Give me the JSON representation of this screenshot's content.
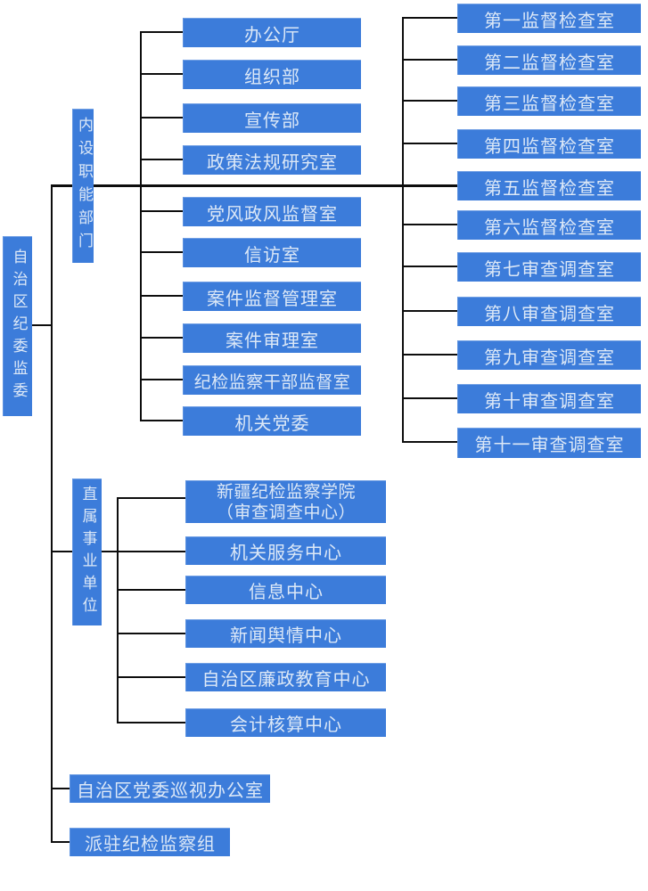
{
  "root": {
    "label": "自治区纪委监委"
  },
  "branch_internal": {
    "label": "内设职能部门",
    "departments": [
      "办公厅",
      "组织部",
      "宣传部",
      "政策法规研究室",
      "党风政风监督室",
      "信访室",
      "案件监督管理室",
      "案件审理室",
      "纪检监察干部监督室",
      "机关党委"
    ],
    "offices": [
      "第一监督检查室",
      "第二监督检查室",
      "第三监督检查室",
      "第四监督检查室",
      "第五监督检查室",
      "第六监督检查室",
      "第七审查调查室",
      "第八审查调查室",
      "第九审查调查室",
      "第十审查调查室",
      "第十一审查调查室"
    ]
  },
  "branch_institutions": {
    "label": "直属事业单位",
    "units": [
      {
        "label": "新疆纪检监察学院",
        "label2": "（审查调查中心）"
      },
      {
        "label": "机关服务中心"
      },
      {
        "label": "信息中心"
      },
      {
        "label": "新闻舆情中心"
      },
      {
        "label": "自治区廉政教育中心"
      },
      {
        "label": "会计核算中心"
      }
    ]
  },
  "branch_inspection_office": {
    "label": "自治区党委巡视办公室"
  },
  "branch_dispatched": {
    "label": "派驻纪检监察组"
  },
  "colors": {
    "box": "#3c7cda",
    "box_text": "#dce8f7",
    "line": "#0d0d0d",
    "background": "#ffffff"
  }
}
